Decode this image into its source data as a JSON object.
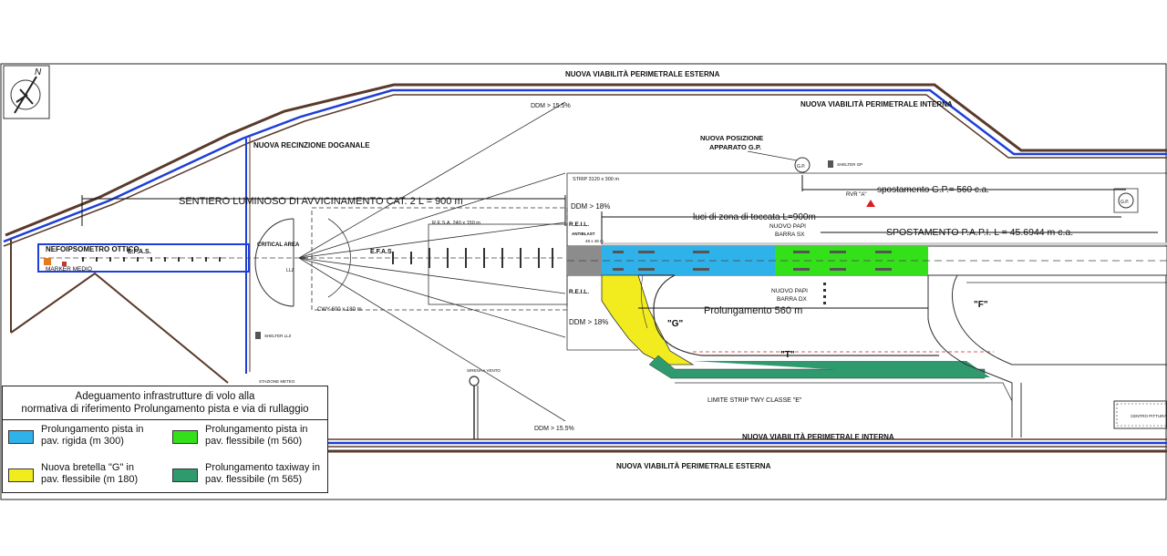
{
  "colors": {
    "rigid_runway": "#2fb2ea",
    "flexible_runway": "#33e01a",
    "taxiway_g": "#f2ec1e",
    "taxiway_ext": "#2e9a6e",
    "road_blue": "#1d3fd6",
    "road_brown": "#5a3a2a",
    "red": "#d62020"
  },
  "labels": {
    "north": "N",
    "perimeter_ext_top": "NUOVA VIABILITÀ PERIMETRALE ESTERNA",
    "perimeter_int_top": "NUOVA VIABILITÀ PERIMETRALE INTERNA",
    "perimeter_int_bottom": "NUOVA VIABILITÀ PERIMETRALE INTERNA",
    "perimeter_ext_bottom": "NUOVA VIABILITÀ PERIMETRALE ESTERNA",
    "fence": "NUOVA RECINZIONE DOGANALE",
    "ddm_top": "DDM > 15.5%",
    "ddm_bottom": "DDM > 15.5%",
    "ddm_18_top": "DDM > 18%",
    "ddm_18_bottom": "DDM > 18%",
    "approach": "SENTIERO LUMINOSO DI AVVICINAMENTO CAT. 2  L = 900 m",
    "nefo": "NEFOIPSOMETRO  OTTICO",
    "marker": "MARKER  MEDIO",
    "efas1": "E.F.A.S.",
    "efas2": "E.F.A.S.",
    "critical": "CRITICAL AREA",
    "llz": "LLZ",
    "cwy": "CWY 600 x 180 m",
    "resa": "R.E.S.A. 240 x 150 m",
    "strip": "STRIP 3120 x 300 m",
    "reil_top": "R.E.I.L.",
    "reil_bottom": "R.E.I.L.",
    "antiblast": "ANTIBLAST",
    "antiblast_dim": "48 x 48 m",
    "gp_new": "NUOVA POSIZIONE",
    "gp_new2": "APPARATO G.P.",
    "gp": "G.P.",
    "shelter_gp": "SHELTER GP",
    "rvr": "RVR \"A\"",
    "gp_move": "spostamento G.P.= 560 c.a.",
    "touchdown": "luci di zona di toccata L=900m",
    "papi_sx1": "NUOVO PAPI",
    "papi_sx2": "BARRA SX",
    "papi_move": "SPOSTAMENTO P.A.P.I.  L = 45.6944 m c.a.",
    "papi_dx1": "NUOVO PAPI",
    "papi_dx2": "BARRA DX",
    "prolung": "Prolungamento 560 m",
    "twy_f": "\"F\"",
    "twy_t": "\"T\"",
    "twy_g": "\"G\"",
    "limit": "LIMITE STRIP TWY CLASSE \"E\"",
    "shelter_llz": "SHELTER LLZ",
    "stazione": "STAZIONE METEO",
    "sirena": "SIRENA A VENTO",
    "gp_box": "G.P.",
    "edificio": "CENTRO PITTURA"
  },
  "legend": {
    "title_line1": "Adeguamento infrastrutture di volo alla",
    "title_line2": "normativa di riferimento Prolungamento pista e via di rullaggio",
    "items": [
      {
        "line1": "Prolungamento pista in",
        "line2": "pav. rigida (m 300)",
        "color": "#2fb2ea"
      },
      {
        "line1": "Prolungamento pista in",
        "line2": "pav. flessibile (m 560)",
        "color": "#33e01a"
      },
      {
        "line1": "Nuova bretella \"G\" in",
        "line2": "pav. flessibile (m 180)",
        "color": "#f2ec1e"
      },
      {
        "line1": "Prolungamento taxiway in",
        "line2": "pav. flessibile (m 565)",
        "color": "#2e9a6e"
      }
    ]
  }
}
